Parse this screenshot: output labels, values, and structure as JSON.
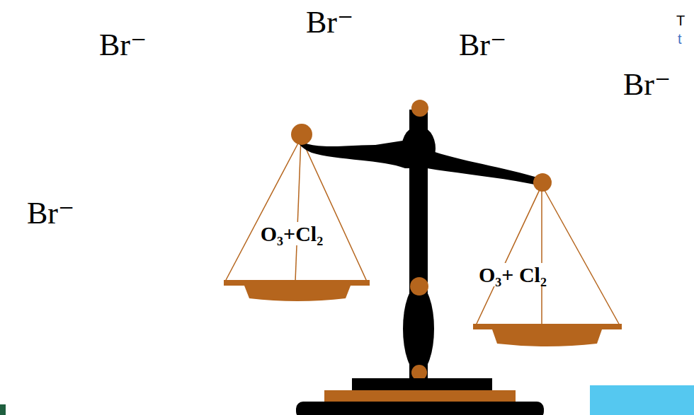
{
  "diagram": {
    "nodes": [
      {
        "text": [
          "O₃+Cl₂"
        ]
      },
      {
        "text": [
          "O₃+ Cl₂"
        ]
      }
    ],
    "labels": [
      "Br⁻",
      "Br⁻",
      "Br⁻",
      "T",
      "t",
      "Br⁻",
      "Br⁻"
    ]
  }
}
